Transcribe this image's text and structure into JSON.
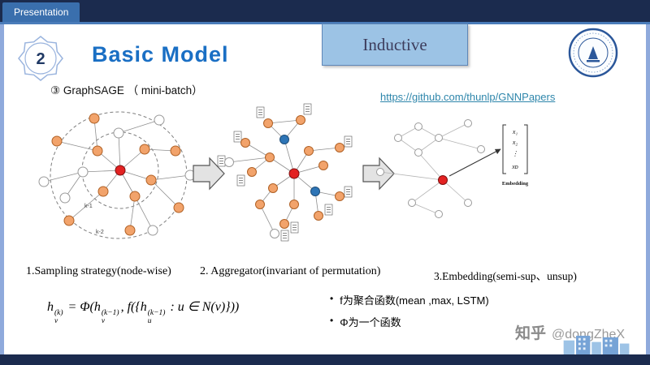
{
  "window": {
    "tab_label": "Presentation"
  },
  "slide": {
    "badge_number": "2",
    "title": "Basic Model",
    "inductive_label": "Inductive",
    "method_line": "③ GraphSAGE （ mini-batch）",
    "link_url": "https://github.com/thunlp/GNNPapers",
    "captions": {
      "sampling": "1.Sampling strategy(node-wise)",
      "aggregator": "2. Aggregator(invariant  of permutation)",
      "embedding": "3.Embedding(semi-sup、unsup)"
    },
    "diagram": {
      "ring_label_inner": "k-1",
      "ring_label_outer": "k-2",
      "embedding_caption": "Embedding",
      "vector_entries": [
        "x₁",
        "x₂",
        "⋮",
        "xᴅ"
      ]
    },
    "formula": {
      "h1": "h",
      "h1sub": "v",
      "h1sup": "(k)",
      "eq": " = Φ(",
      "h2": "h",
      "h2sub": "v",
      "h2sup": "(k−1)",
      "comma": ", f({",
      "h3": "h",
      "h3sub": "u",
      "h3sup": "(k−1)",
      "tail": " : u ∈ N(v)}))"
    },
    "bullets": [
      "f为聚合函数(mean ,max, LSTM)",
      "Φ为一个函数"
    ]
  },
  "watermark": {
    "brand": "知乎",
    "handle": "@dongZheX"
  }
}
